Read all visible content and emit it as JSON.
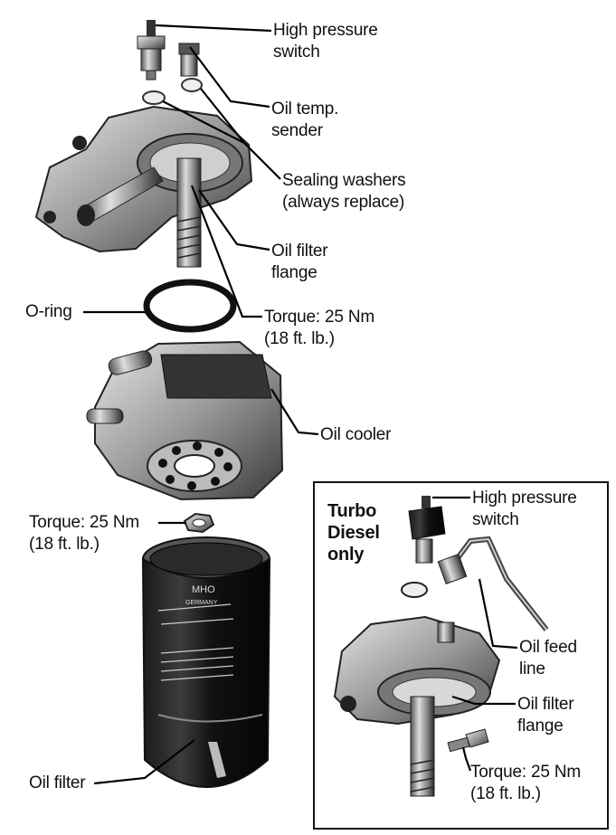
{
  "labels": {
    "high_pressure_switch": "High pressure\nswitch",
    "oil_temp_sender": "Oil temp.\nsender",
    "sealing_washers": "Sealing washers\n(always replace)",
    "oil_filter_flange": "Oil filter\nflange",
    "o_ring": "O-ring",
    "torque_flange": "Torque: 25 Nm\n(18 ft. lb.)",
    "oil_cooler": "Oil cooler",
    "torque_cooler": "Torque: 25 Nm\n(18 ft. lb.)",
    "oil_filter": "Oil filter"
  },
  "inset": {
    "title": "Turbo\nDiesel\nonly",
    "high_pressure_switch": "High pressure\nswitch",
    "oil_feed_line": "Oil feed\nline",
    "oil_filter_flange": "Oil filter\nflange",
    "torque": "Torque: 25 Nm\n(18 ft. lb.)"
  },
  "filter_print": {
    "brand": "MHO",
    "country": "GERMANY"
  }
}
